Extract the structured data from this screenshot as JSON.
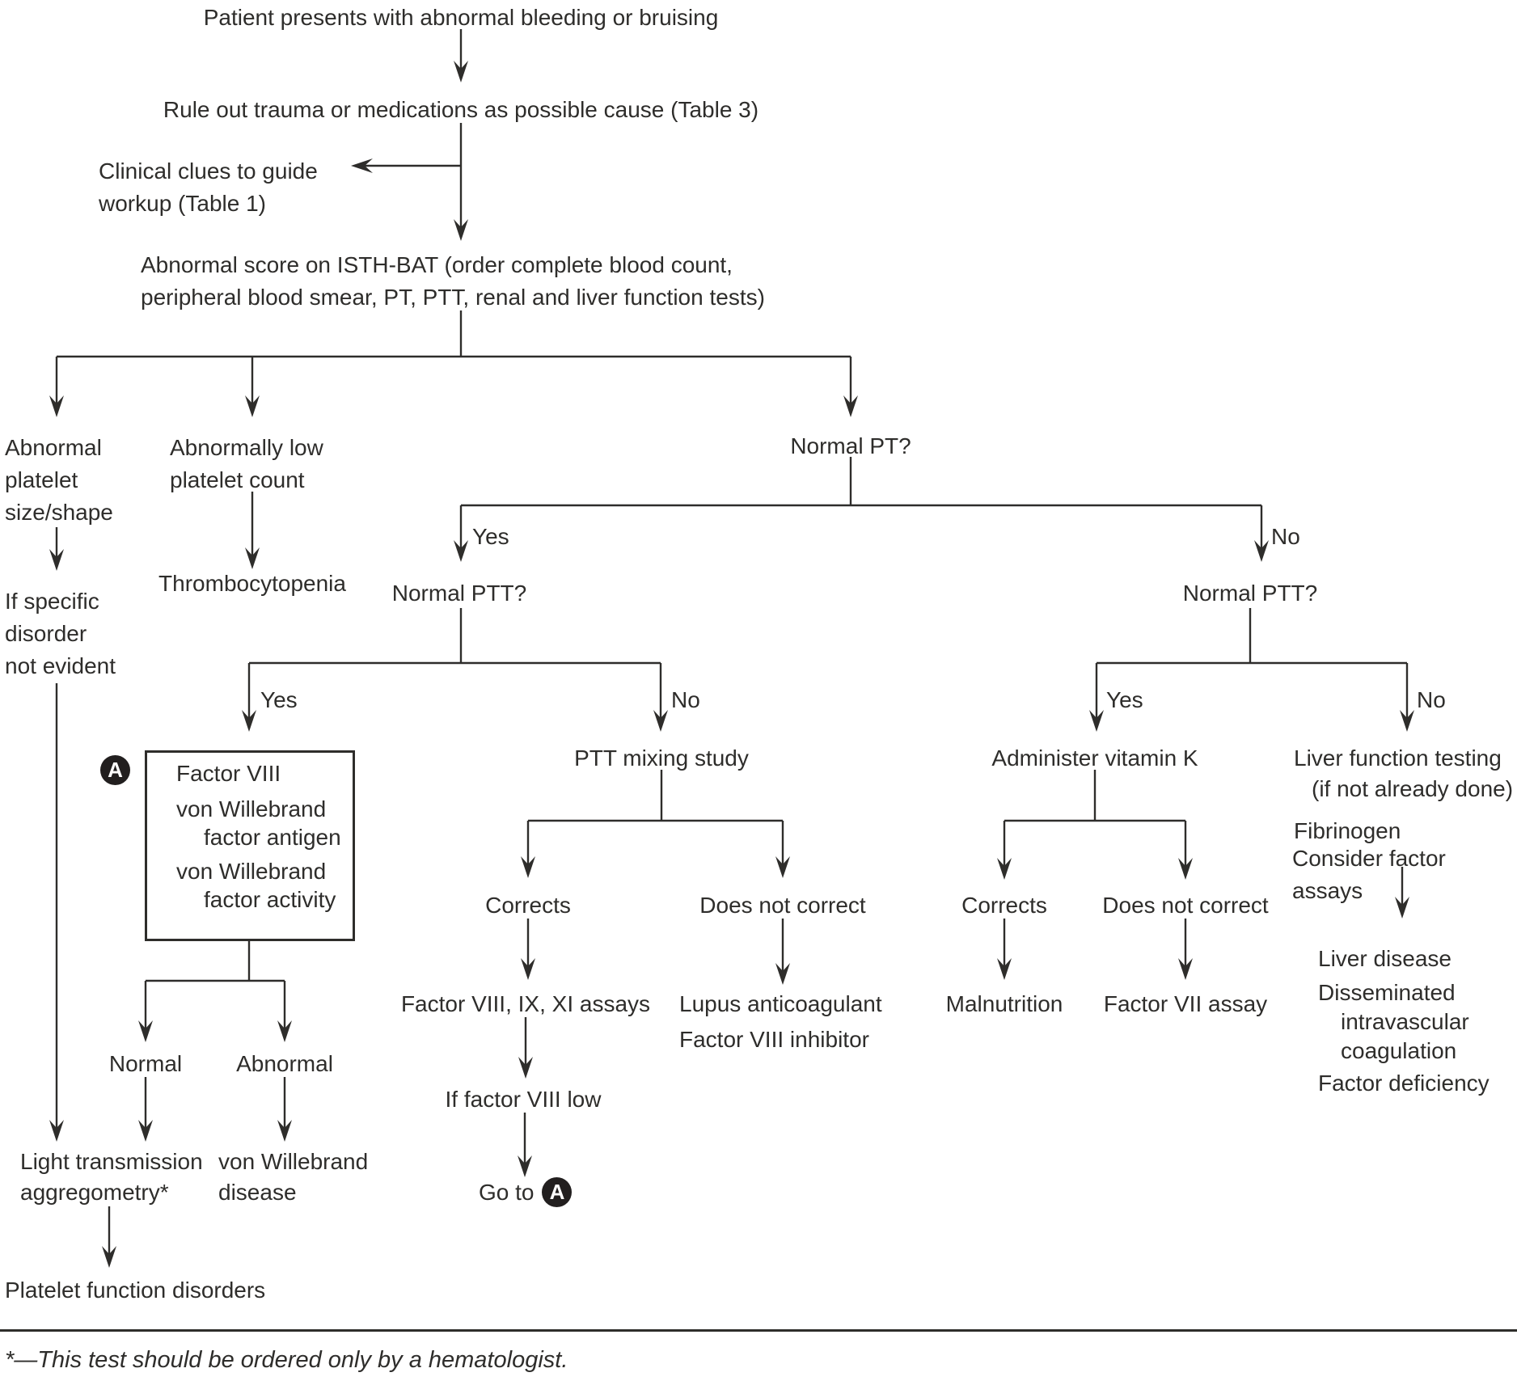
{
  "figure": {
    "badge_letter": "A",
    "footnote": "*—This test should be ordered only by a hematologist."
  },
  "labels": {
    "yes": "Yes",
    "no": "No",
    "corrects": "Corrects",
    "does_not_correct": "Does not correct",
    "normal_ptt": "Normal PTT?"
  },
  "nodes": {
    "title": "Patient presents with abnormal bleeding or bruising",
    "rule_out": "Rule out trauma or medications as possible cause (Table 3)",
    "clinical_clues": "Clinical clues to guide\nworkup (Table 1)",
    "isth_bat": "Abnormal score on ISTH-BAT (order complete blood count,\nperipheral blood smear, PT, PTT, renal and liver function tests)",
    "abnormal_platelet": "Abnormal\nplatelet\nsize/shape",
    "abnormally_low": "Abnormally low\nplatelet count",
    "normal_pt": "Normal PT?",
    "if_specific": "If specific\ndisorder\nnot evident",
    "thrombocytopenia": "Thrombocytopenia",
    "ptt_mixing": "PTT mixing study",
    "administer_vitamin_k": "Administer vitamin K",
    "liver_function_testing": "Liver function testing",
    "if_not_already_done": "(if not already done)",
    "fibrinogen": "Fibrinogen",
    "consider_factor_assays": "Consider factor assays",
    "factor_assays": "Factor VIII, IX, XI assays",
    "lupus_anticoagulant": "Lupus anticoagulant",
    "factor_viii_inhibitor": "Factor VIII inhibitor",
    "malnutrition": "Malnutrition",
    "factor_vii_assay": "Factor VII assay",
    "liver_disease": "Liver disease",
    "disseminated": "Disseminated",
    "intravascular": "intravascular",
    "coagulation": "coagulation",
    "factor_deficiency": "Factor deficiency",
    "if_factor_viii_low": "If factor VIII low",
    "go_to": "Go to",
    "normal": "Normal",
    "abnormal": "Abnormal",
    "light_transmission": "Light transmission\naggregometry*",
    "von_willebrand_disease": "von Willebrand\ndisease",
    "platelet_function_disorders": "Platelet function disorders",
    "box": {
      "line1": "Factor VIII",
      "line2": "von Willebrand",
      "line2b": "factor antigen",
      "line3": "von Willebrand",
      "line3b": "factor activity"
    }
  }
}
